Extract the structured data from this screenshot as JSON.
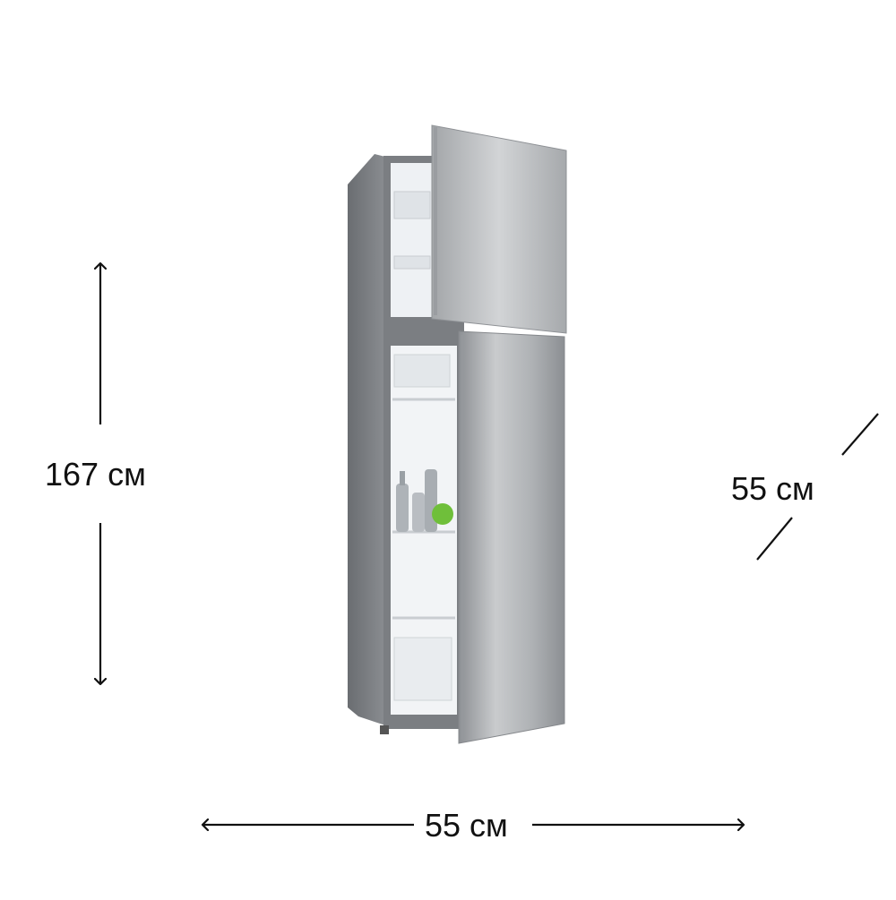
{
  "dimensions": {
    "height": "167 см",
    "depth": "55 см",
    "width": "55 см"
  },
  "product_image": {
    "icon": "refrigerator-icon",
    "body_color": "#9ea1a5",
    "door_color": "#b9bcbf",
    "interior_color": "#f2f4f6"
  }
}
